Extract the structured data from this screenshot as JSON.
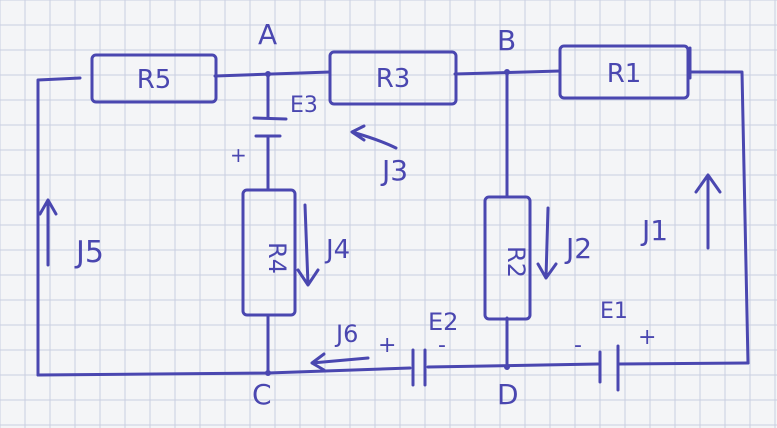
{
  "colors": {
    "ink": "#4a47b0",
    "grid": "#c9cfe0",
    "paper": "#f4f5f7"
  },
  "nodes": {
    "a": "A",
    "b": "B",
    "c": "C",
    "d": "D"
  },
  "resistors": {
    "r5": "R5",
    "r3": "R3",
    "r1": "R1",
    "r4": "R4",
    "r2": "R2"
  },
  "sources": {
    "e3": "E3",
    "e2": "E2",
    "e1": "E1"
  },
  "currents": {
    "i5": "J5",
    "i4": "J4",
    "i3": "J3",
    "i2": "J2",
    "i1": "J1",
    "i6": "J6"
  },
  "polarity": {
    "plus": "+",
    "minus": "-"
  }
}
